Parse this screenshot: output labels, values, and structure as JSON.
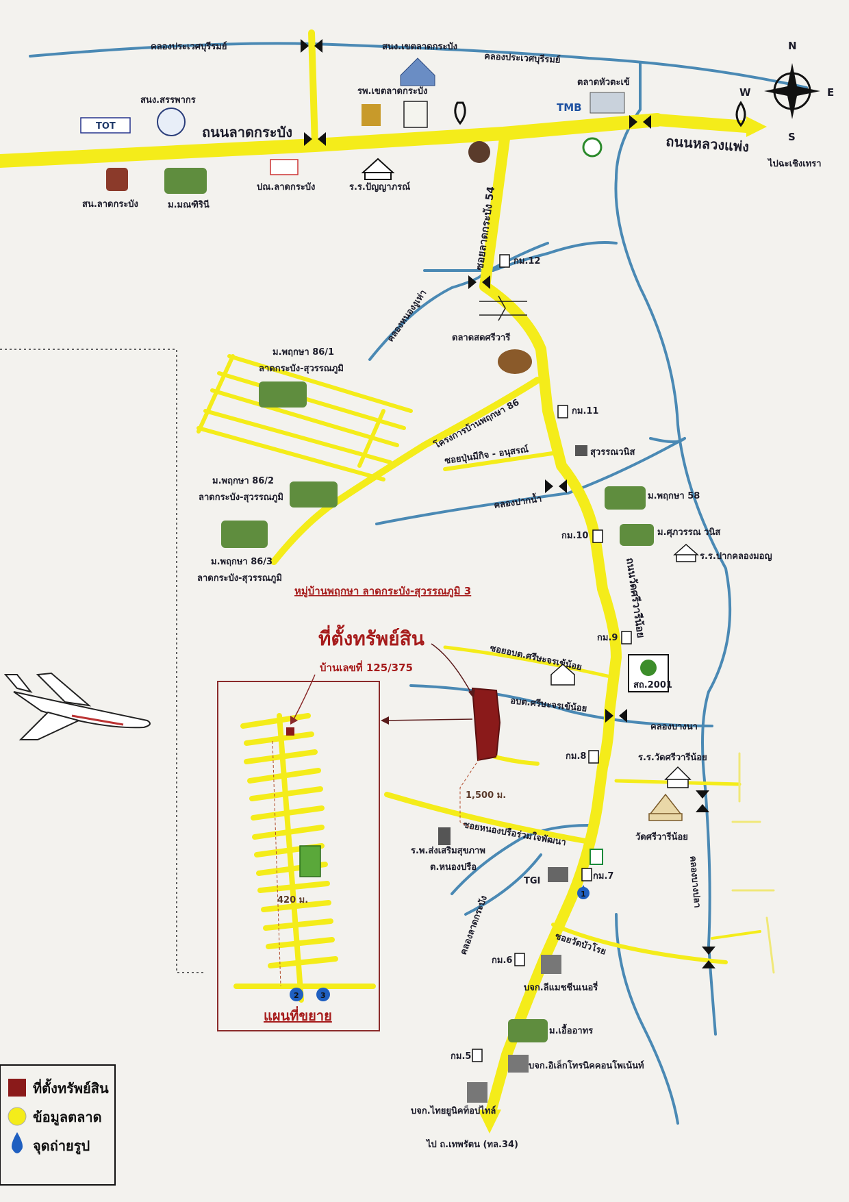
{
  "roads": {
    "lat_krabang": "ถนนลาดกระบัง",
    "luang_phaeng": "ถนนหลวงแพ่ง",
    "soi_54": "ซอยลาดกระบัง 54",
    "wat_sriwari": "ถนนวัดศรีวารีน้อย",
    "to_chachoengsao": "ไปฉะเชิงเทรา",
    "to_thepharak": "ไป ถ.เทพรัตน (ทล.34)"
  },
  "canals": {
    "prawet_west": "คลองประเวศบุรีรมย์",
    "prawet_east": "คลองประเวศบุรีรมย์",
    "nong_ngu_hao": "คลองหนองงูเห่า",
    "pak_nam": "คลองปากน้ำ",
    "bang_na": "คลองบางนา",
    "bang_pla": "คลองบางปลา",
    "south_east": "คลองลาดกระบัง"
  },
  "sois": {
    "prueksa86": "โครงการบ้านพฤกษา 86",
    "pumkit": "ซอยปุ่นมีกิจ - อนุสรณ์",
    "ortor": "ซอยอบต.ศรีษะจรเข้น้อย",
    "nong_prue": "ซอยหนองปรือร่วมใจพัฒนา",
    "wat_bua": "ซอยวัดบัวโรย"
  },
  "places": {
    "tot": "TOT",
    "revenue": "สนง.สรรพากร",
    "district": "สนง.เขตลาดกระบัง",
    "hospital": "รพ.เขตลาดกระบัง",
    "market_hua": "ตลาดหัวตะเข้",
    "tmb": "TMB",
    "police": "สน.ลาดกระบัง",
    "maneerin": "ม.มณฑิรินี",
    "post": "ปณ.ลาดกระบัง",
    "school_panya": "ร.ร.ปัญญาภรณ์",
    "km12": "กม.12",
    "market_sriwari": "ตลาดสดศรีวารี",
    "v86_1a": "ม.พฤกษา 86/1",
    "v86_1b": "ลาดกระบัง-สุวรรณภูมิ",
    "km11": "กม.11",
    "suwan_wanich": "สุวรรณวนิส",
    "v86_2a": "ม.พฤกษา 86/2",
    "v86_2b": "ลาดกระบัง-สุวรรณภูมิ",
    "v58": "ม.พฤกษา 58",
    "km10": "กม.10",
    "v86_3a": "ม.พฤกษา 86/3",
    "v86_3b": "ลาดกระบัง-สุวรรณภูมิ",
    "suparwan": "ม.ศุภวรรณ วนิส",
    "school_pak": "ร.ร.ปากคลองมอญ",
    "km9": "กม.9",
    "ptt": "สถ.2001",
    "ortor_office": "อบต.ศรีษะจรเข้น้อย",
    "km8": "กม.8",
    "school_wat": "ร.ร.วัดศรีวารีน้อย",
    "wat": "วัดศรีวารีน้อย",
    "school_nongprue_a": "ร.พ.ส่งเสริมสุขภาพ",
    "school_nongprue_b": "ต.หนองปรือ",
    "tg1": "TGI",
    "km7": "กม.7",
    "km6": "กม.6",
    "factory6": "บจก.ลีแมชชีนเนอรี่",
    "ua_tharn": "ม.เอื้ออาทร",
    "km5": "กม.5",
    "factory5": "บจก.อิเล็กโทรนิคคอนโพเน้นท์",
    "factory_south": "บจก.ไทยยูนิคท็อปไทล์"
  },
  "property": {
    "village_title": "หมู่บ้านพฤกษา ลาดกระบัง-สุวรรณภูมิ 3",
    "title": "ที่ตั้งทรัพย์สิน",
    "house_no": "บ้านเลขที่ 125/375",
    "dist_1500": "1,500 ม.",
    "dist_420": "420 ม.",
    "inset_title": "แผนที่ขยาย",
    "photo1": "1",
    "photo2": "2",
    "photo3": "3"
  },
  "compass": {
    "n": "N",
    "s": "S",
    "e": "E",
    "w": "W"
  },
  "legend": {
    "property": "ที่ตั้งทรัพย์สิน",
    "market": "ข้อมูลตลาด",
    "photo": "จุดถ่ายรูป"
  },
  "colors": {
    "road": "#f4ec1a",
    "water": "#4a89b4",
    "property": "#8a1a1a",
    "inset_border": "#8a2a2a",
    "marker": "#1f5fc0",
    "park": "#5aa83a"
  }
}
